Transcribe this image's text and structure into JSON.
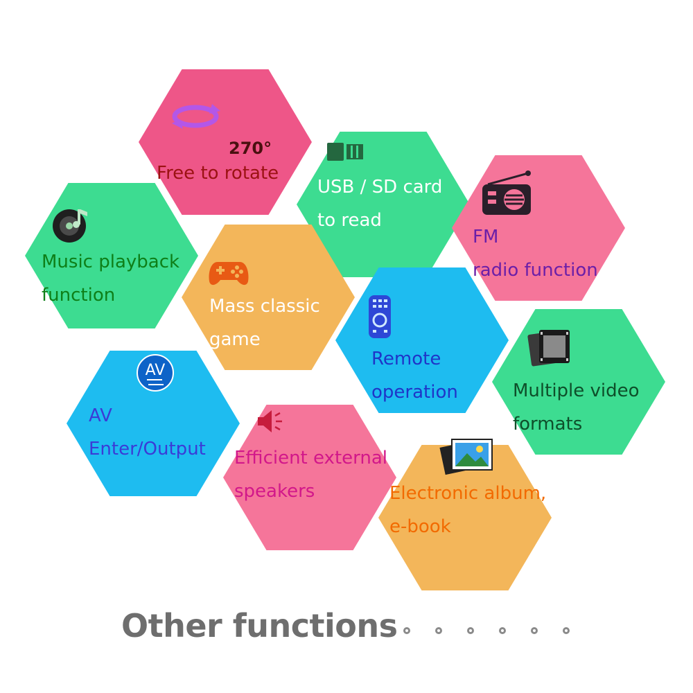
{
  "colors": {
    "pink_dark": "#ee5688",
    "pink": "#f5759a",
    "green": "#3ddc91",
    "orange": "#f3b65a",
    "blue": "#1ebcf0",
    "footer_gray": "#6e6e6e"
  },
  "hexes": [
    {
      "id": "rotate",
      "color": "pink_dark",
      "icon": "rotate-arrows-icon",
      "degrees": "270°",
      "lines": [
        "Free to rotate"
      ],
      "text_color": "#9b1212"
    },
    {
      "id": "usb",
      "color": "green",
      "icon": "usb-sd-card-icon",
      "lines": [
        "USB / SD card",
        "to read"
      ],
      "text_color": "#ffffff"
    },
    {
      "id": "fm",
      "color": "pink",
      "icon": "radio-icon",
      "lines": [
        "FM",
        "radio function"
      ],
      "text_color": "#6b1fa8"
    },
    {
      "id": "music",
      "color": "green",
      "icon": "music-disc-icon",
      "lines": [
        "Music playback",
        "function"
      ],
      "text_color": "#0e7f18"
    },
    {
      "id": "game",
      "color": "orange",
      "icon": "gamepad-icon",
      "lines": [
        "Mass classic",
        "game"
      ],
      "text_color": "#ffffff"
    },
    {
      "id": "remote",
      "color": "blue",
      "icon": "remote-control-icon",
      "lines": [
        "Remote",
        "operation"
      ],
      "text_color": "#1f35c8"
    },
    {
      "id": "video",
      "color": "green",
      "icon": "film-strip-icon",
      "lines": [
        "Multiple video",
        "formats"
      ],
      "text_color": "#0e4f2a"
    },
    {
      "id": "av",
      "color": "blue",
      "icon": "av-badge-icon",
      "icon_label": "AV",
      "lines": [
        "AV",
        "Enter/Output"
      ],
      "text_color": "#3b3bd6"
    },
    {
      "id": "speaker",
      "color": "pink",
      "icon": "speaker-icon",
      "lines": [
        "Efficient external",
        "speakers"
      ],
      "text_color": "#d2178a"
    },
    {
      "id": "album",
      "color": "orange",
      "icon": "photo-album-icon",
      "lines": [
        "Electronic album,",
        "e-book"
      ],
      "text_color": "#f26a00"
    }
  ],
  "footer": {
    "title": "Other functions",
    "dot_count": 6
  }
}
